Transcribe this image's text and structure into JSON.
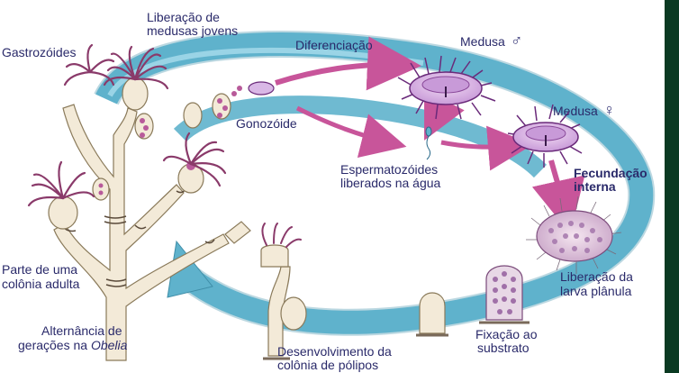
{
  "labels": {
    "gastrozoides": "Gastrozóides",
    "liberacao_medusas_line1": "Liberação de",
    "liberacao_medusas_line2": "medusas jovens",
    "diferenciacao": "Diferenciação",
    "medusa_macho": "Medusa",
    "male_symbol": "♂",
    "medusa_femea": "Medusa",
    "female_symbol": "♀",
    "gonozoide": "Gonozóide",
    "espermatozoides_line1": "Espermatozóides",
    "espermatozoides_line2": "liberados na água",
    "fecundacao_line1": "Fecundação",
    "fecundacao_line2": "interna",
    "parte_colonia_line1": "Parte de uma",
    "parte_colonia_line2": "colônia adulta",
    "liberacao_larva_line1": "Liberação da",
    "liberacao_larva_line2": "larva plânula",
    "fixacao_line1": "Fixação ao",
    "fixacao_line2": "substrato",
    "desenvolvimento_line1": "Desenvolvimento da",
    "desenvolvimento_line2": "colônia de pólipos",
    "alternancia_line1": "Alternância de",
    "alternancia_line2_prefix": "gerações na",
    "alternancia_line2_italic": "Obelia"
  },
  "colors": {
    "cycle_arrow": "#5fb2cc",
    "cycle_arrow_dark": "#3f8ea8",
    "pink_arrow": "#c8559a",
    "medusa_fill": "#d9b8e6",
    "medusa_stroke": "#6a2a7a",
    "polyp_stem": "#f3ead8",
    "tentacle": "#8a3a6a",
    "text": "#2a2a6a",
    "side_bar": "#0a3a22"
  }
}
